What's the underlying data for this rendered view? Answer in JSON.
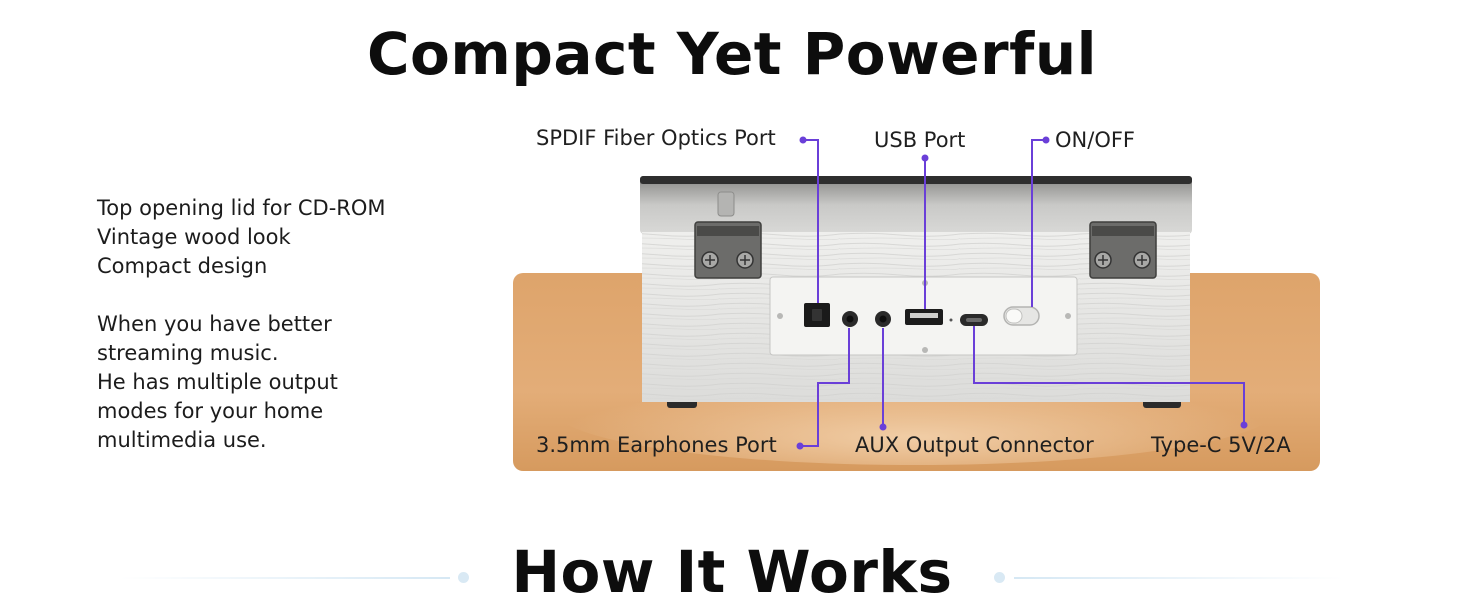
{
  "headings": {
    "top": "Compact Yet Powerful",
    "bottom": "How It Works"
  },
  "description": {
    "lines_a": [
      "Top opening lid for CD-ROM",
      "Vintage wood look",
      "Compact design"
    ],
    "lines_b": [
      "When you have better",
      "streaming music.",
      "He has multiple output",
      "modes for your home",
      "multimedia use."
    ]
  },
  "callouts": {
    "spdif": "SPDIF Fiber Optics Port",
    "usb": "USB Port",
    "onoff": "ON/OFF",
    "earphones": "3.5mm Earphones Port",
    "aux": "AUX Output Connector",
    "typec": "Type-C 5V/2A"
  },
  "colors": {
    "accent_line": "#6a3fd8",
    "backdrop": "#dfa46b",
    "device_body": "#e8e8e6",
    "panel": "#f2f2f0"
  },
  "icons": {
    "device": "cd-player-rear-view"
  }
}
